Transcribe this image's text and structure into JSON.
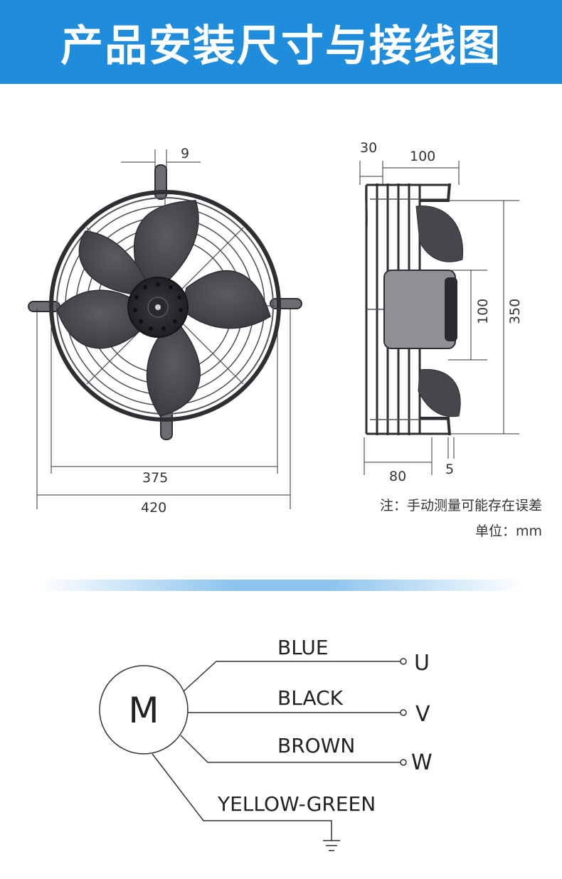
{
  "header": {
    "title": "产品安装尺寸与接线图"
  },
  "front_view": {
    "dims": {
      "tab_width": "9",
      "ring_diameter": "375",
      "overall_width": "420"
    }
  },
  "side_view": {
    "dims": {
      "offset": "30",
      "depth_top": "100",
      "hub": "100",
      "height": "350",
      "depth_bottom": "80",
      "foot": "5"
    }
  },
  "notes": {
    "measure": "注：手动测量可能存在误差",
    "unit": "单位：mm"
  },
  "wiring": {
    "motor": "M",
    "wires": [
      {
        "label": "BLUE",
        "terminal": "U"
      },
      {
        "label": "BLACK",
        "terminal": "V"
      },
      {
        "label": "BROWN",
        "terminal": "W"
      }
    ],
    "ground": "YELLOW-GREEN"
  },
  "colors": {
    "header_bg": "#1f8ddc",
    "fan_body": "#4a4c51",
    "line": "#333333"
  }
}
